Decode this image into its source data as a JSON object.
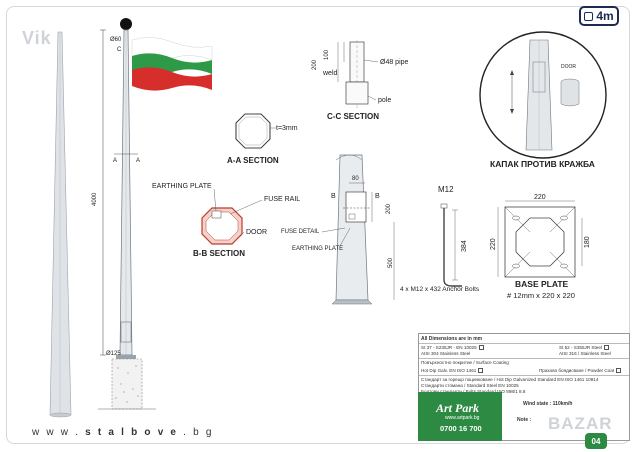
{
  "badge": {
    "label": "4m"
  },
  "watermarks": {
    "top_left": "Vik",
    "bottom_right": "BAZAR"
  },
  "pole": {
    "top_dim": "Ø60",
    "top_c": "C",
    "height_dim": "4000",
    "a_left": "A",
    "a_right": "A",
    "bottom_dim": "Ø125"
  },
  "cc_section": {
    "dim_200": "200",
    "dim_100": "100",
    "pipe": "Ø48 pipe",
    "weld": "weld",
    "pole": "pole",
    "title": "C-C SECTION"
  },
  "aa_section": {
    "thickness": "t=3mm",
    "title": "A-A SECTION"
  },
  "bb_section": {
    "earthing": "EARTHING PLATE",
    "fuse_rail": "FUSE RAIL",
    "door": "DOOR",
    "title": "B-B SECTION"
  },
  "door_detail": {
    "dim_80": "80",
    "b_left": "B",
    "b_right": "B",
    "dim_200": "200",
    "fuse_detail": "FUSE DETAIL",
    "earthing": "EARTHING PLATE",
    "dim_500": "500"
  },
  "anchor": {
    "m12": "M12",
    "dim_384": "384",
    "caption": "4 x M12 x 432 Anchor Bolts"
  },
  "base_plate": {
    "dim_top": "220",
    "dim_left": "220",
    "dim_right": "180",
    "title": "BASE PLATE",
    "spec": "# 12mm x 220 x 220"
  },
  "anti_theft": {
    "door": "DOOR",
    "caption": "КАПАК ПРОТИВ КРАЖБА"
  },
  "website": {
    "prefix": "w w w . ",
    "brand": "s t a l b o v e",
    "suffix": " . b g"
  },
  "title_block": {
    "all_dims": "All Dimensions are in mm",
    "steel_1": "St 37 - S235JR - EN 10025",
    "steel_1b": "AISI 304 Stainless Steel",
    "steel_2": "St 52 - S355JR Steel",
    "steel_2b": "AISI 316 / Stainless Steel",
    "coating_hdr": "Повърхностно покритие / Surface Coating",
    "coating_1": "Hot Dip Galv. EN ISO 1461",
    "coating_2": "Прахово боядисване / Powder Coat",
    "std_1": "Стандарт за горещо поцинковане / Hot Dip Galvanized Standard EN ISO 1461 10914",
    "std_2": "Стандарти стомана / Standard Steel EN 10025",
    "std_3": "Болтови стандарти / Bolts Standard ISO 898/1 8.8",
    "wind": "Wind state : 110km/h",
    "note": "Note :"
  },
  "logo": {
    "name": "Art Park",
    "web": "www.artpark.bg",
    "phone": "0700 16 700"
  },
  "page_number": "04",
  "colors": {
    "flag_white": "#ffffff",
    "flag_green": "#2e9a48",
    "flag_red": "#d62e2b",
    "brand_green": "#2d8a43",
    "badge_navy": "#1d2a55"
  }
}
